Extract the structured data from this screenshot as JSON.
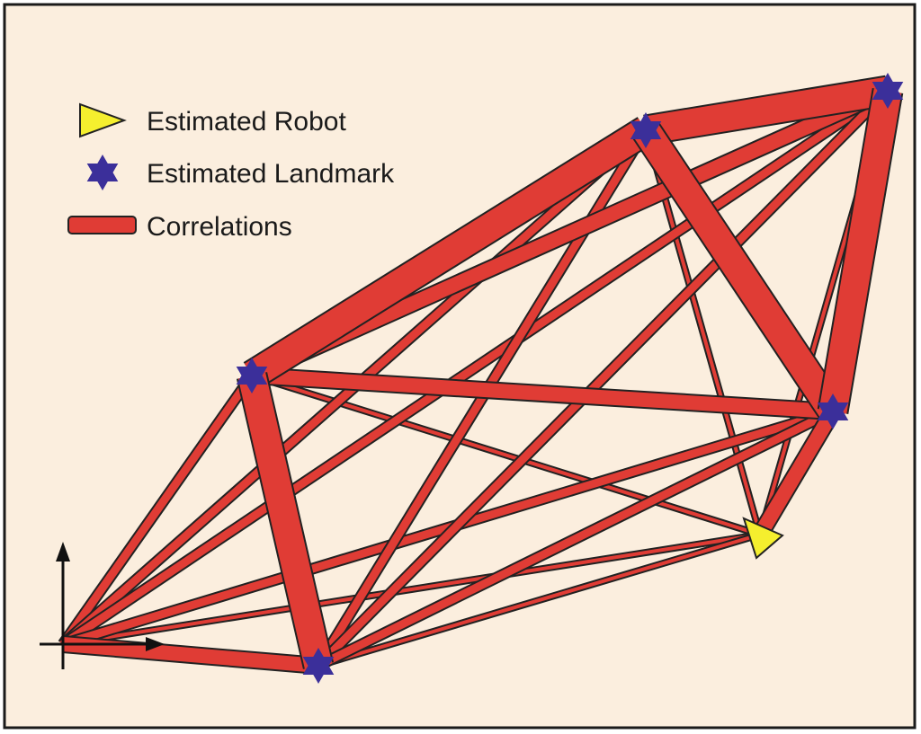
{
  "legend": {
    "robot_label": "Estimated Robot",
    "landmark_label": "Estimated Landmark",
    "correlation_label": "Correlations"
  },
  "colors": {
    "background": "#fbeede",
    "border": "#1a1a1a",
    "correlation_fill": "#e03c35",
    "correlation_stroke": "#222222",
    "landmark": "#3b2f9a",
    "robot": "#f5ef2e",
    "axes": "#111111"
  },
  "nodes": [
    "origin",
    "robot",
    "landmark-bottom",
    "landmark-left",
    "landmark-top",
    "landmark-top-right",
    "landmark-right"
  ],
  "correlations": [
    {
      "from": "landmark-top",
      "to": "landmark-left",
      "strength": "strong"
    },
    {
      "from": "landmark-top",
      "to": "landmark-top-right",
      "strength": "strong"
    },
    {
      "from": "landmark-top",
      "to": "landmark-right",
      "strength": "strong"
    },
    {
      "from": "landmark-top-right",
      "to": "landmark-right",
      "strength": "strong"
    },
    {
      "from": "landmark-left",
      "to": "landmark-bottom",
      "strength": "strong"
    },
    {
      "from": "landmark-left",
      "to": "landmark-right",
      "strength": "medium"
    },
    {
      "from": "landmark-left",
      "to": "landmark-top-right",
      "strength": "medium"
    },
    {
      "from": "landmark-right",
      "to": "robot",
      "strength": "medium"
    },
    {
      "from": "origin",
      "to": "landmark-bottom",
      "strength": "medium"
    },
    {
      "from": "origin",
      "to": "landmark-left",
      "strength": "weak"
    },
    {
      "from": "origin",
      "to": "landmark-top",
      "strength": "weak"
    },
    {
      "from": "origin",
      "to": "landmark-top-right",
      "strength": "weak"
    },
    {
      "from": "origin",
      "to": "landmark-right",
      "strength": "weak"
    },
    {
      "from": "origin",
      "to": "robot",
      "strength": "thin"
    },
    {
      "from": "landmark-bottom",
      "to": "landmark-top",
      "strength": "weak"
    },
    {
      "from": "landmark-bottom",
      "to": "landmark-top-right",
      "strength": "weak"
    },
    {
      "from": "landmark-bottom",
      "to": "landmark-right",
      "strength": "weak"
    },
    {
      "from": "landmark-bottom",
      "to": "robot",
      "strength": "thin"
    },
    {
      "from": "landmark-left",
      "to": "robot",
      "strength": "thin"
    },
    {
      "from": "landmark-top",
      "to": "robot",
      "strength": "thin"
    },
    {
      "from": "landmark-top-right",
      "to": "robot",
      "strength": "thin"
    }
  ]
}
